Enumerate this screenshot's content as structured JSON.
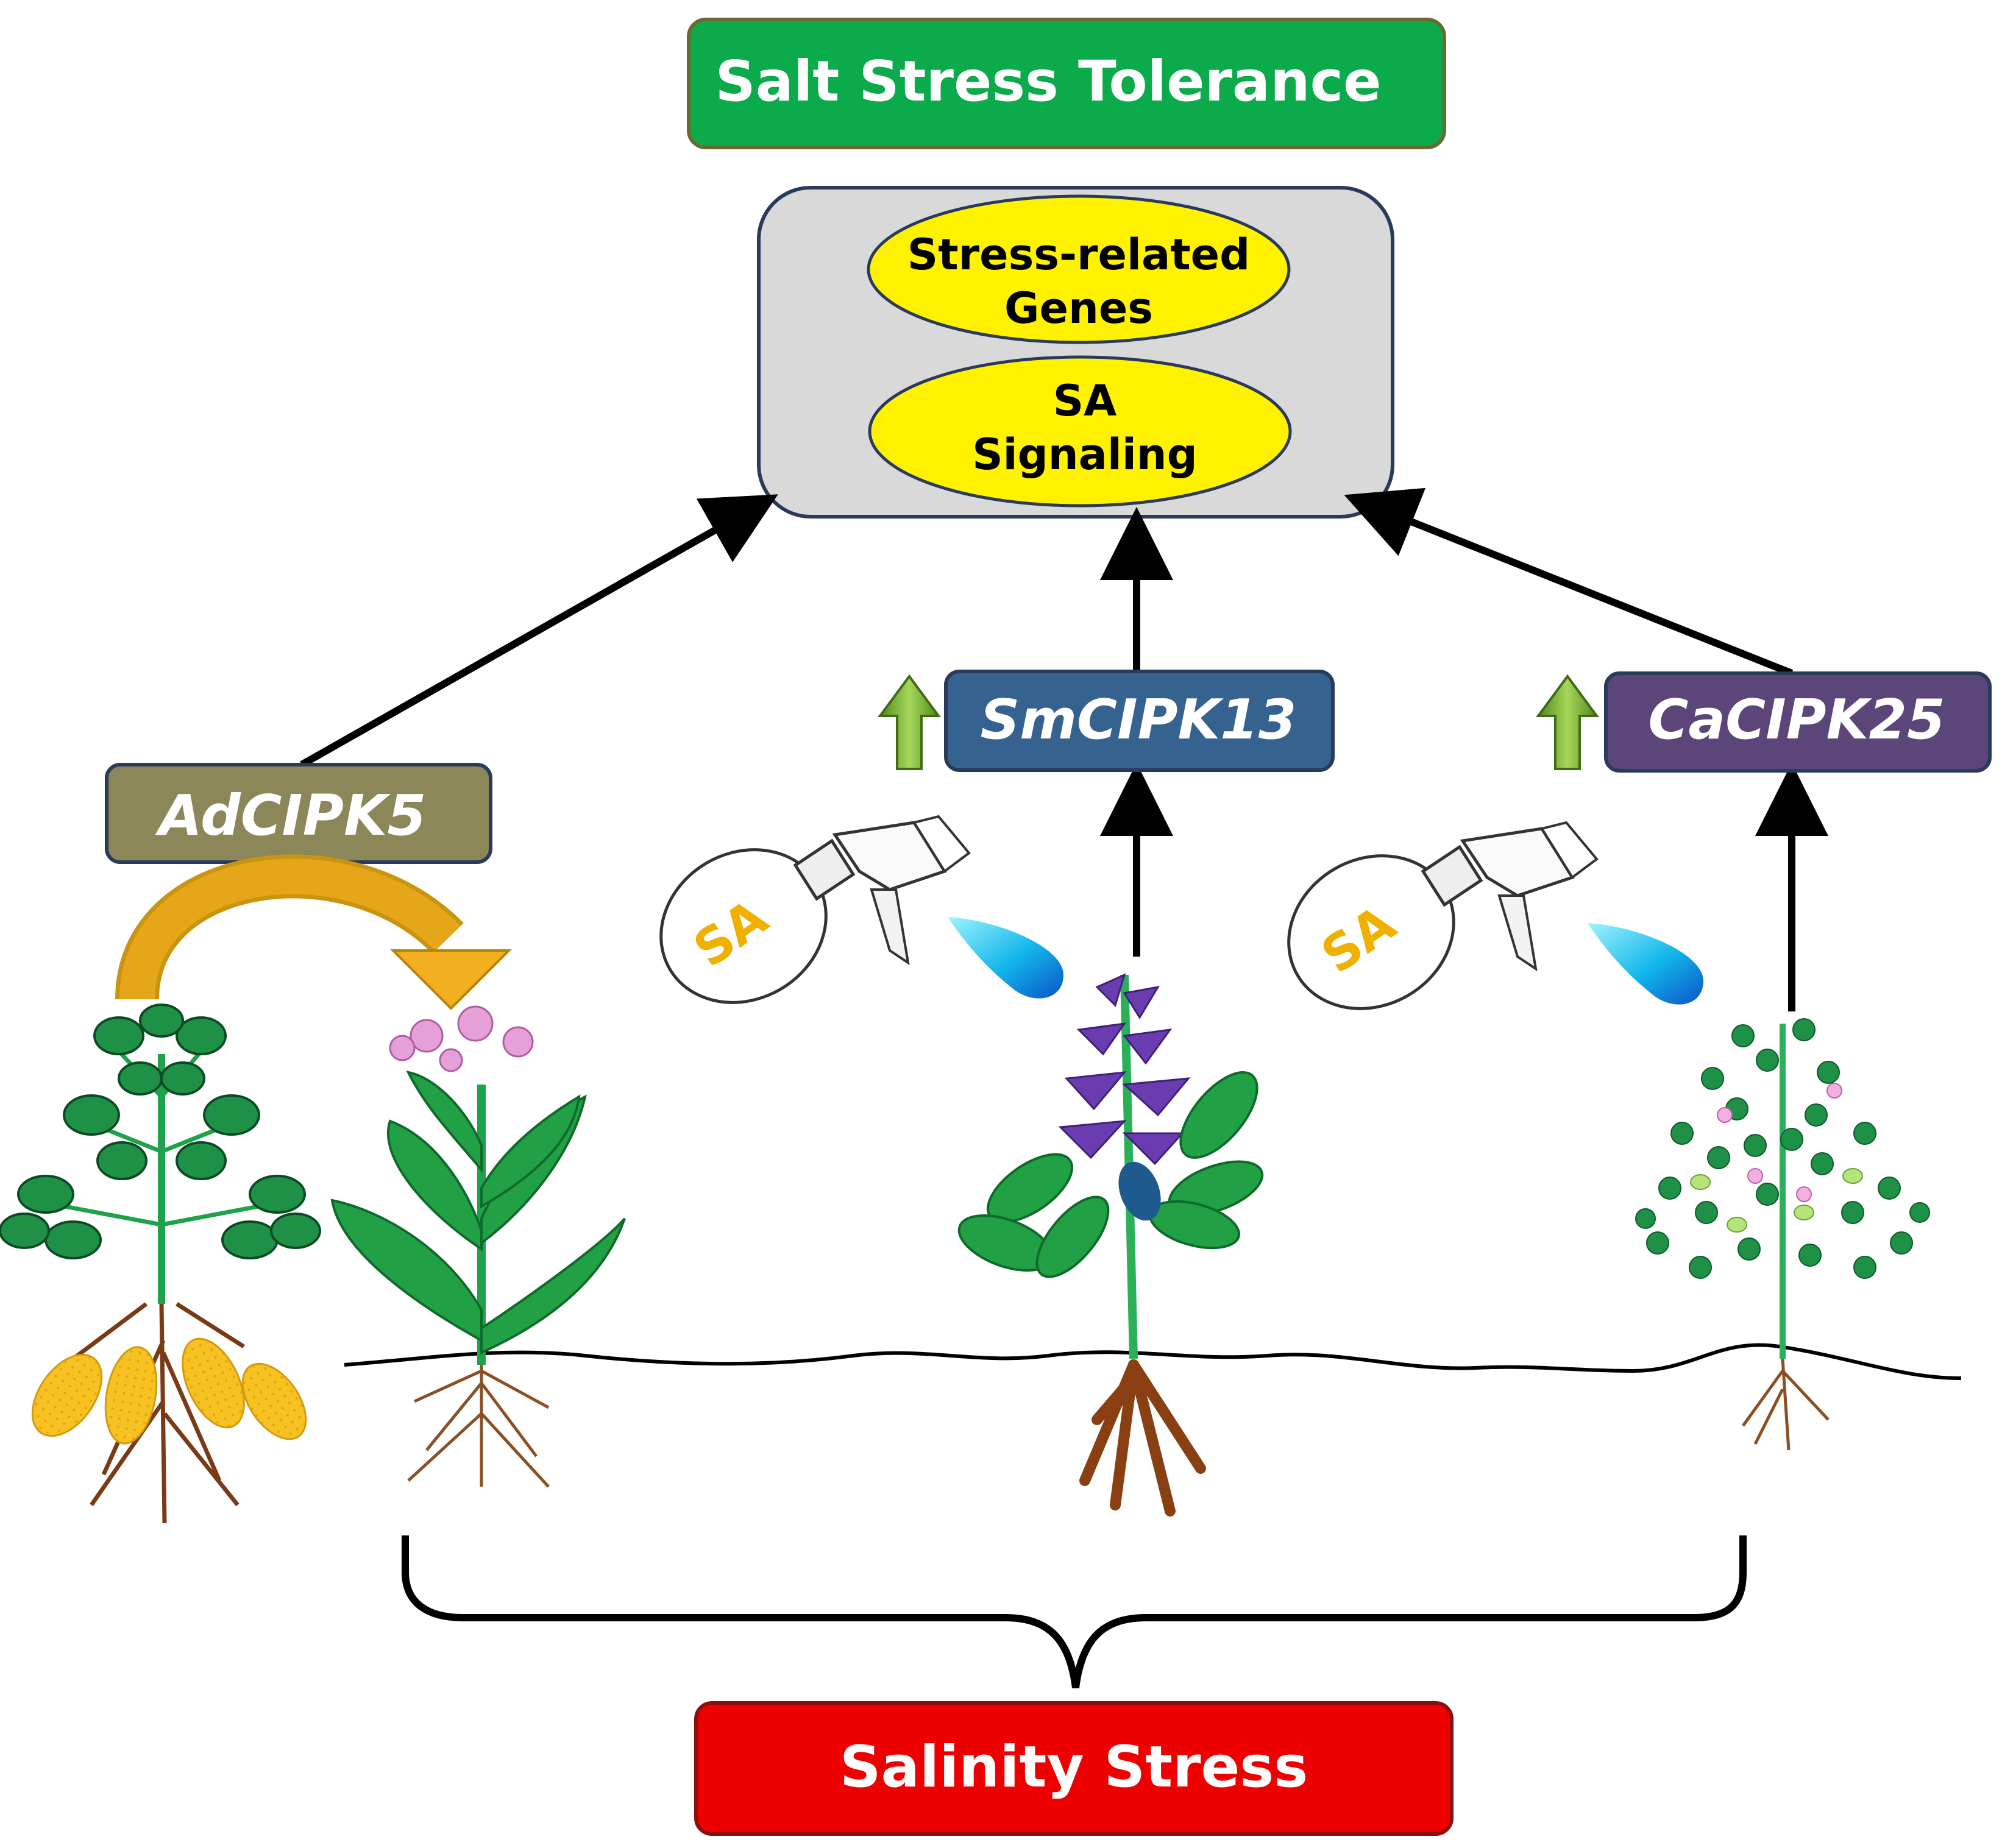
{
  "top_box": {
    "label": "Salt Stress Tolerance",
    "color": "#0bab4b"
  },
  "center_box": {
    "ellipse_top": {
      "line1": "Stress-related",
      "line2": "Genes"
    },
    "ellipse_bottom": {
      "line1": "SA",
      "line2": "Signaling"
    }
  },
  "genes": {
    "left": {
      "label": "AdCIPK5",
      "color": "#8c8759"
    },
    "middle": {
      "label": "SmCIPK13",
      "color": "#35628f"
    },
    "right": {
      "label": "CaCIPK25",
      "color": "#5c4578"
    }
  },
  "sprayers": {
    "left_label": "SA",
    "right_label": "SA"
  },
  "bottom_box": {
    "label": "Salinity Stress",
    "color": "#ee0000"
  },
  "icons": [
    "sprayer-bottle-icon",
    "water-drop-icon",
    "upregulation-arrow-icon",
    "peanut-plant-icon",
    "tobacco-plant-icon",
    "salvia-plant-icon",
    "chickpea-plant-icon"
  ]
}
